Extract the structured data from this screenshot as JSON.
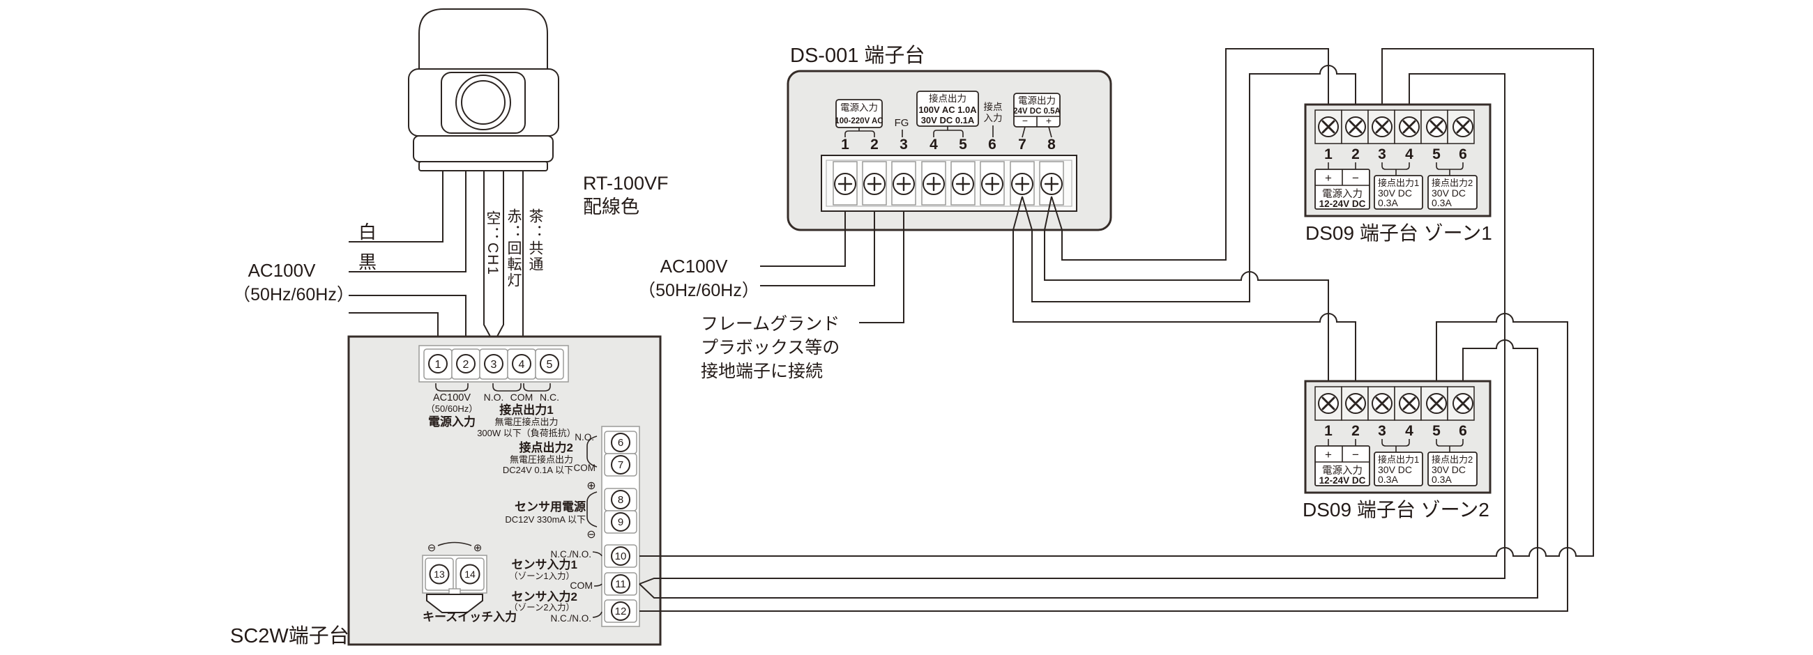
{
  "colors": {
    "line": "#2b2421",
    "panel_fill": "#e9e9e7",
    "background": "#ffffff"
  },
  "lamp": {
    "model": "RT-100VF",
    "note": "配線色",
    "wire_white": "白",
    "wire_black": "黒",
    "wire_ch1": "空：CH1",
    "wire_red": "赤：回転灯",
    "wire_brown": "茶：共通"
  },
  "ac_lamp": {
    "l1": "AC100V",
    "l2": "（50Hz/60Hz）"
  },
  "ds001": {
    "title": "DS-001 端子台",
    "numbers": [
      "1",
      "2",
      "3",
      "4",
      "5",
      "6",
      "7",
      "8"
    ],
    "power_in": {
      "t": "電源入力",
      "v": "100-220V AC"
    },
    "fg": "FG",
    "contact_out": {
      "t": "接点出力",
      "v1": "100V AC 1.0A",
      "v2": "30V DC 0.1A"
    },
    "contact_in": {
      "l1": "接点",
      "l2": "入力"
    },
    "power_out": {
      "t": "電源出力",
      "v": "24V DC 0.5A",
      "minus": "−",
      "plus": "+"
    }
  },
  "ds001_ac": {
    "l1": "AC100V",
    "l2": "（50Hz/60Hz）"
  },
  "fg_note": {
    "l1": "フレームグランド",
    "l2": "プラボックス等の",
    "l3": "接地端子に接続"
  },
  "ds09": {
    "zone1_title": "DS09 端子台 ゾーン1",
    "zone2_title": "DS09 端子台 ゾーン2",
    "numbers": [
      "1",
      "2",
      "3",
      "4",
      "5",
      "6"
    ],
    "plus": "+",
    "minus": "−",
    "power": {
      "t": "電源入力",
      "v": "12-24V DC"
    },
    "out1": {
      "t": "接点出力1",
      "v1": "30V DC",
      "v2": "0.3A"
    },
    "out2": {
      "t": "接点出力2",
      "v1": "30V DC",
      "v2": "0.3A"
    }
  },
  "sc2w": {
    "title": "SC2W端子台",
    "top_numbers": [
      "1",
      "2",
      "3",
      "4",
      "5"
    ],
    "right_numbers": [
      "6",
      "7",
      "8",
      "9",
      "10",
      "11",
      "12"
    ],
    "key_numbers": [
      "13",
      "14"
    ],
    "power": {
      "l1": "AC100V",
      "l2": "（50/60Hz）",
      "l3": "電源入力"
    },
    "out1": {
      "no": "N.O.",
      "com": "COM",
      "nc": "N.C.",
      "t": "接点出力1",
      "s1": "無電圧接点出力",
      "s2": "300W 以下（負荷抵抗）"
    },
    "out2": {
      "no": "N.O.",
      "com": "COM",
      "t": "接点出力2",
      "s1": "無電圧接点出力",
      "s2": "DC24V 0.1A 以下"
    },
    "sensor_power": {
      "t": "センサ用電源",
      "s": "DC12V 330mA 以下",
      "plus": "⊕",
      "minus": "⊖"
    },
    "sensor1": {
      "t": "センサ入力1",
      "s": "（ゾーン1入力）",
      "ncno": "N.C./N.O.",
      "com": "COM"
    },
    "sensor2": {
      "t": "センサ入力2",
      "s": "（ゾーン2入力）",
      "ncno": "N.C./N.O."
    },
    "key": {
      "t": "キースイッチ入力",
      "plus": "⊕",
      "minus": "⊖"
    }
  }
}
